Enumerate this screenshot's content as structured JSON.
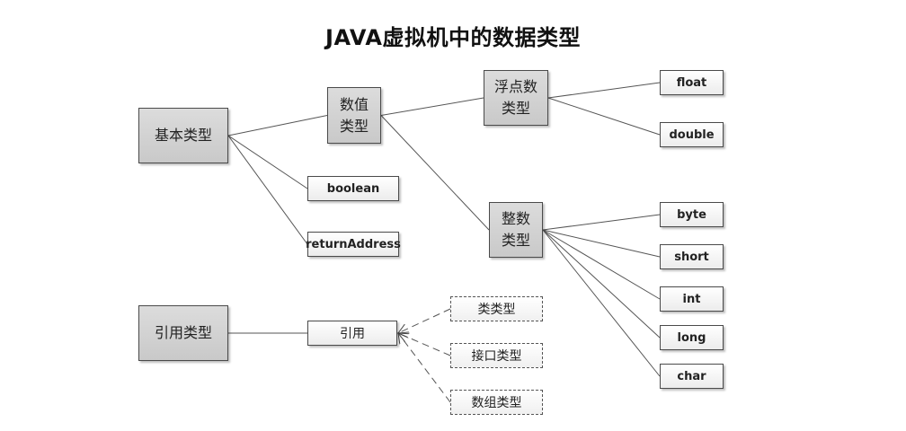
{
  "title": "JAVA虚拟机中的数据类型",
  "nodes": {
    "primitive": "基本类型",
    "numeric": "数值\n类型",
    "floating": "浮点数\n类型",
    "integral": "整数\n类型",
    "boolean": "boolean",
    "returnAddress": "returnAddress",
    "float": "float",
    "double": "double",
    "byte": "byte",
    "short": "short",
    "int": "int",
    "long": "long",
    "char": "char",
    "reference_type": "引用类型",
    "reference": "引用",
    "class_type": "类类型",
    "interface_type": "接口类型",
    "array_type": "数组类型"
  },
  "edges": [
    {
      "from": "primitive",
      "to": "numeric",
      "style": "solid"
    },
    {
      "from": "primitive",
      "to": "boolean",
      "style": "solid"
    },
    {
      "from": "primitive",
      "to": "returnAddress",
      "style": "solid"
    },
    {
      "from": "numeric",
      "to": "floating",
      "style": "solid"
    },
    {
      "from": "numeric",
      "to": "integral",
      "style": "solid"
    },
    {
      "from": "floating",
      "to": "float",
      "style": "solid"
    },
    {
      "from": "floating",
      "to": "double",
      "style": "solid"
    },
    {
      "from": "integral",
      "to": "byte",
      "style": "solid"
    },
    {
      "from": "integral",
      "to": "short",
      "style": "solid"
    },
    {
      "from": "integral",
      "to": "int",
      "style": "solid"
    },
    {
      "from": "integral",
      "to": "long",
      "style": "solid"
    },
    {
      "from": "integral",
      "to": "char",
      "style": "solid"
    },
    {
      "from": "reference_type",
      "to": "reference",
      "style": "solid"
    },
    {
      "from": "class_type",
      "to": "reference",
      "style": "dashed-arrow"
    },
    {
      "from": "interface_type",
      "to": "reference",
      "style": "dashed-arrow"
    },
    {
      "from": "array_type",
      "to": "reference",
      "style": "dashed-arrow"
    }
  ]
}
